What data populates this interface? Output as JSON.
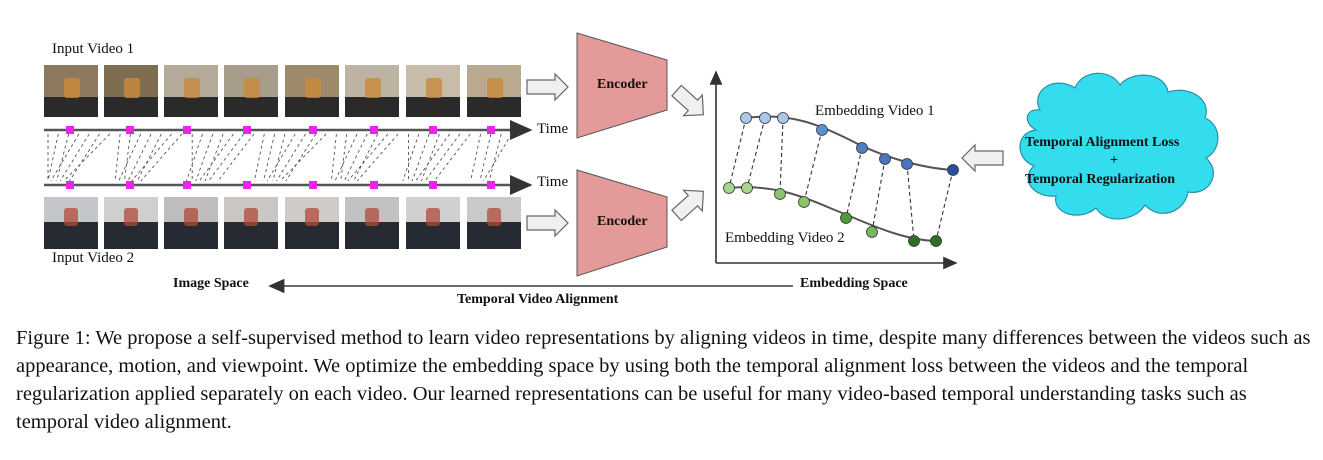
{
  "figure": {
    "video1_label": "Input Video 1",
    "video2_label": "Input Video 2",
    "time_label_top": "Time",
    "time_label_bottom": "Time",
    "encoder_top": "Encoder",
    "encoder_bottom": "Encoder",
    "embedding_video1": "Embedding Video 1",
    "embedding_video2": "Embedding Video 2",
    "loss_line1": "Temporal Alignment Loss",
    "loss_plus": "+",
    "loss_line2": "Temporal Regularization",
    "image_space": "Image Space",
    "embedding_space": "Embedding Space",
    "temporal_video_alignment": "Temporal Video Alignment",
    "colors": {
      "encoder": "#e59a9a",
      "timeline_marker": "#ee22ee",
      "cloud": "#33ddee",
      "video1_points": [
        "#a9c8ea",
        "#a9c8ea",
        "#a9c8ea",
        "#5b8fcf",
        "#4f7fc4",
        "#4a74be",
        "#2a4f9a"
      ],
      "video2_points": [
        "#a4d78c",
        "#a4d78c",
        "#89c46e",
        "#4f9b3c",
        "#78b860",
        "#2f6e25",
        "#2f6e25"
      ]
    }
  },
  "caption": {
    "text": "Figure 1: We propose a self-supervised method to learn video representations by aligning videos in time, despite many differences between the videos such as appearance, motion, and viewpoint. We optimize the embedding space by using both the temporal alignment loss between the videos and the temporal regularization applied separately on each video. Our learned representations can be useful for many video-based temporal understanding tasks such as temporal video alignment."
  }
}
